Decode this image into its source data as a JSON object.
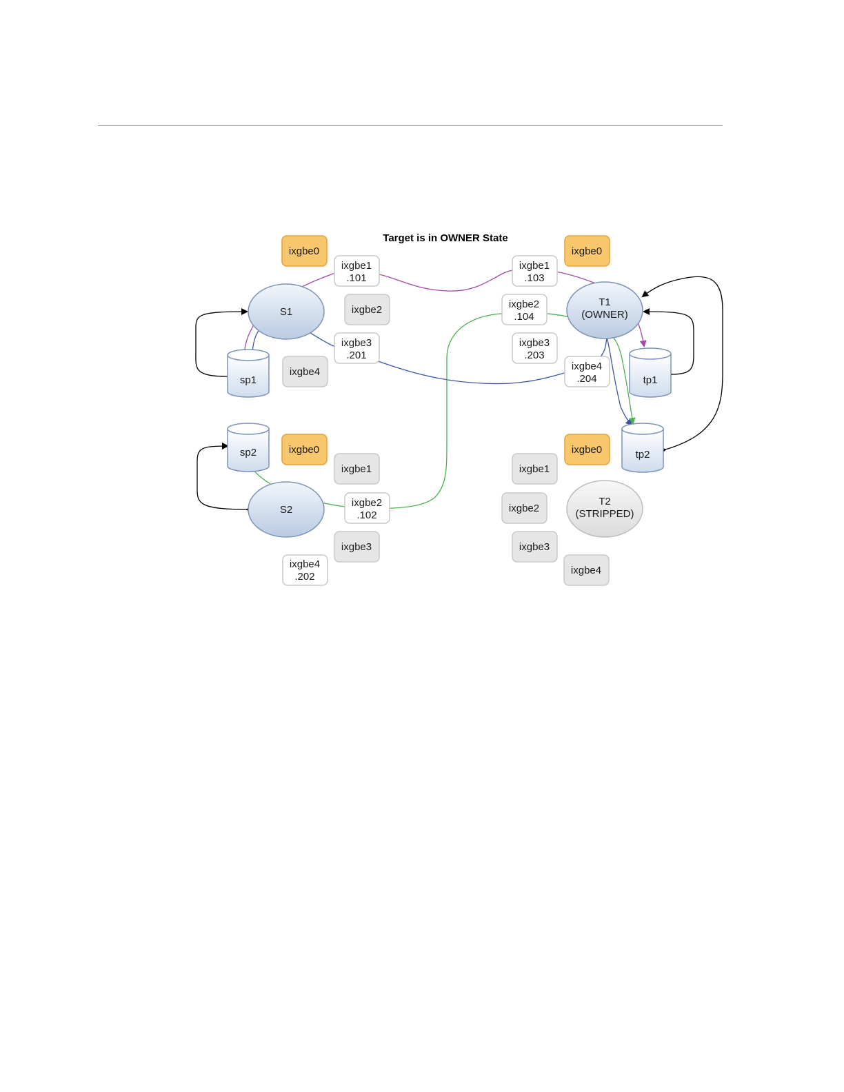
{
  "title": "Target is in OWNER State",
  "nodes": {
    "s1": "S1",
    "s2": "S2",
    "t1": [
      "T1",
      "(OWNER)"
    ],
    "t2": [
      "T2",
      "(STRIPPED)"
    ]
  },
  "pools": {
    "sp1": "sp1",
    "sp2": "sp2",
    "tp1": "tp1",
    "tp2": "tp2"
  },
  "interfaces": {
    "s1": {
      "ixgbe0": [
        "ixgbe0"
      ],
      "ixgbe1": [
        "ixgbe1",
        ".101"
      ],
      "ixgbe2": [
        "ixgbe2"
      ],
      "ixgbe3": [
        "ixgbe3",
        ".201"
      ],
      "ixgbe4": [
        "ixgbe4"
      ]
    },
    "s2": {
      "ixgbe0": [
        "ixgbe0"
      ],
      "ixgbe1": [
        "ixgbe1"
      ],
      "ixgbe2": [
        "ixgbe2",
        ".102"
      ],
      "ixgbe3": [
        "ixgbe3"
      ],
      "ixgbe4": [
        "ixgbe4",
        ".202"
      ]
    },
    "t1": {
      "ixgbe0": [
        "ixgbe0"
      ],
      "ixgbe1": [
        "ixgbe1",
        ".103"
      ],
      "ixgbe2": [
        "ixgbe2",
        ".104"
      ],
      "ixgbe3": [
        "ixgbe3",
        ".203"
      ],
      "ixgbe4": [
        "ixgbe4",
        ".204"
      ]
    },
    "t2": {
      "ixgbe0": [
        "ixgbe0"
      ],
      "ixgbe1": [
        "ixgbe1"
      ],
      "ixgbe2": [
        "ixgbe2"
      ],
      "ixgbe3": [
        "ixgbe3"
      ],
      "ixgbe4": [
        "ixgbe4"
      ]
    }
  },
  "colors": {
    "replication_link_1": "#a347a8",
    "replication_link_2": "#3d52a3",
    "replication_link_3": "#4caf50",
    "ownership_link": "#000000",
    "active_interface": "#f8c76b",
    "idle_interface": "#e6e6e6",
    "configured_interface": "#ffffff"
  }
}
